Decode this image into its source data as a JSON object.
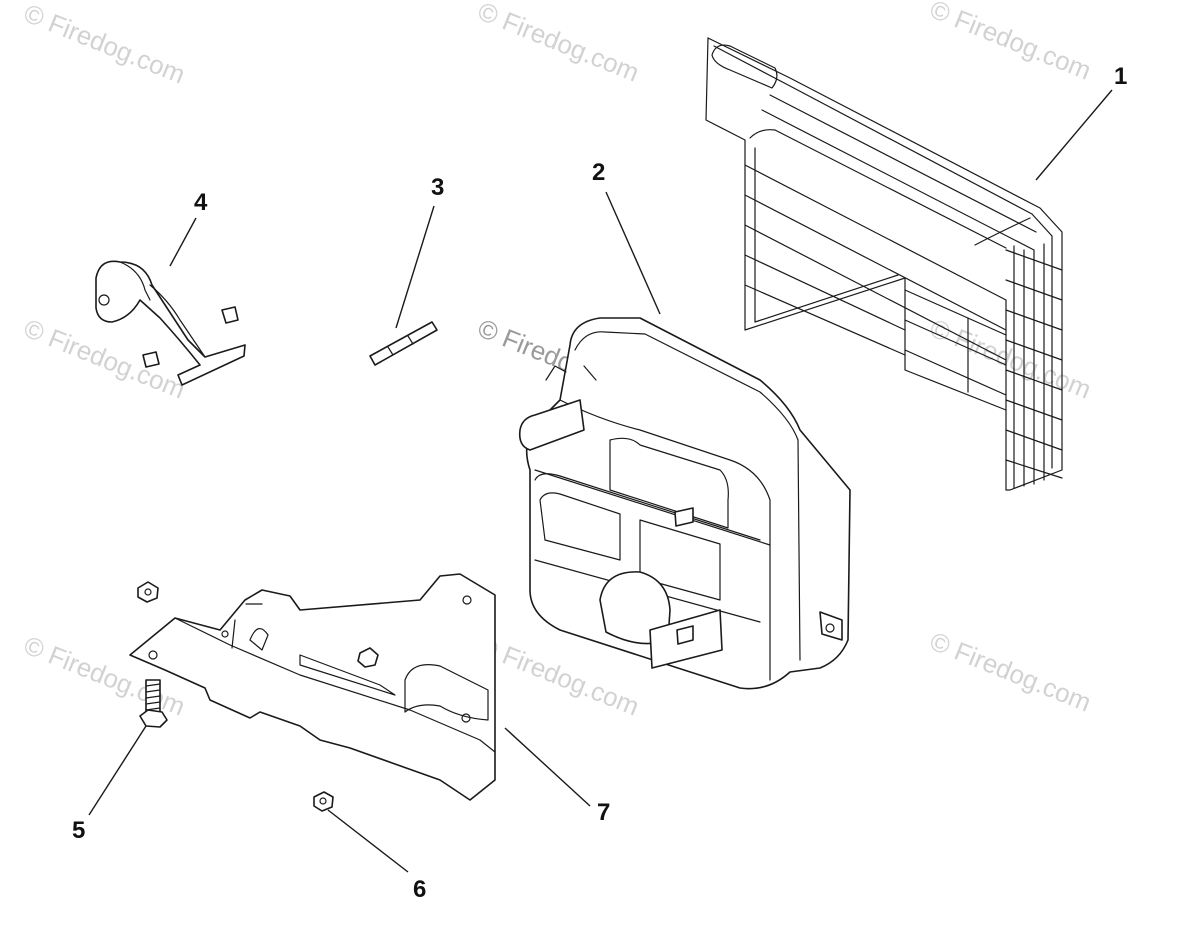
{
  "watermark": "© Firedog.com",
  "callouts": {
    "c1": "1",
    "c2": "2",
    "c3": "3",
    "c4": "4",
    "c5": "5",
    "c6": "6",
    "c7": "7"
  }
}
